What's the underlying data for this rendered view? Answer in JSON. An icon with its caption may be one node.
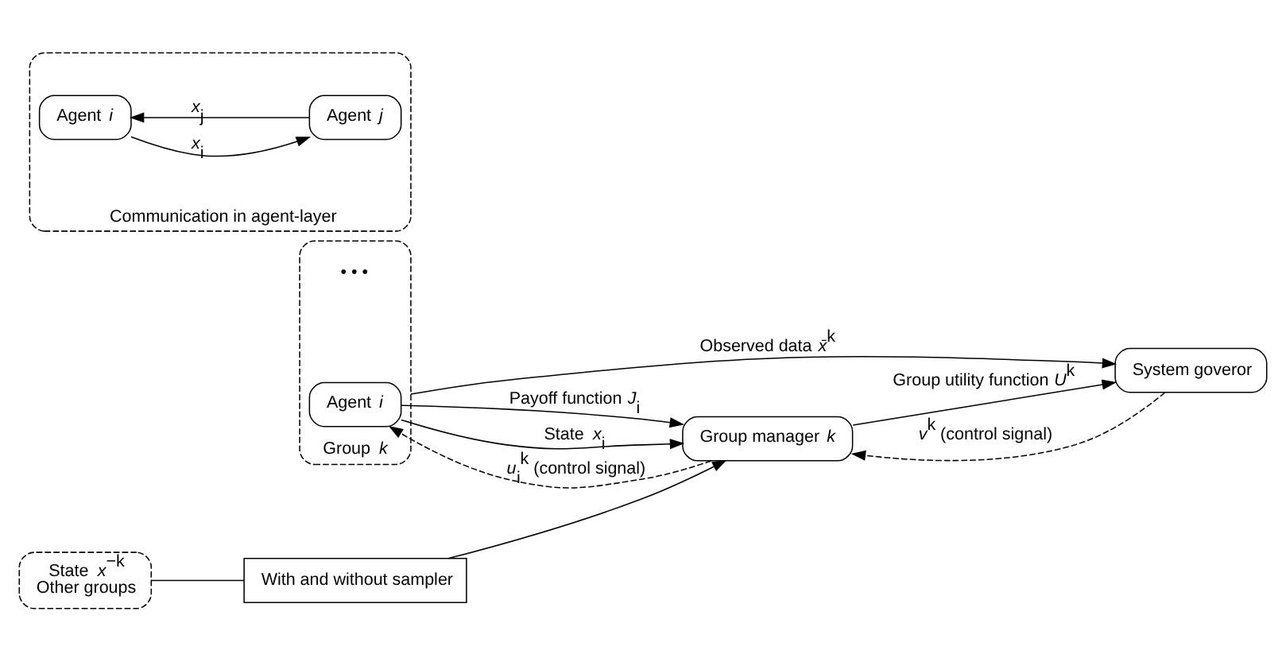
{
  "diagram": {
    "nodes": [
      {
        "text": [
          "Group *k*"
        ]
      },
      {
        "text": [
          "Agent *i*"
        ],
        "in": 0
      },
      {
        "text": [
          "Group manager *k*"
        ]
      },
      {
        "text": [
          "System goveror"
        ]
      },
      {
        "text": [
          "State *x*$^{−k}$",
          "Other groups"
        ]
      },
      {
        "text": [
          "With and without sampler"
        ]
      },
      {
        "text": [
          "Communication in agent-layer"
        ]
      },
      {
        "text": [
          "Agent *i*"
        ],
        "in": 6
      },
      {
        "text": [
          "Agent *j*"
        ],
        "in": 6
      }
    ],
    "edges": [
      {
        "from": 1,
        "to": 2,
        "arrow": "to",
        "label": "Payoff function *J*$_{i}$"
      },
      {
        "from": 1,
        "to": 2,
        "arrow": "to",
        "label": "State *x*$_{i}$"
      },
      {
        "from": 2,
        "to": 1,
        "arrow": "to",
        "style": "dashed",
        "label": "*u*$_{i}$$^{k}$ (control signal)"
      },
      {
        "from": 2,
        "to": 3,
        "arrow": "to",
        "label": "Group utility function *U*$^{k}$"
      },
      {
        "from": 3,
        "to": 2,
        "arrow": "to",
        "style": "dashed",
        "label": "*v*$^{k}$ (control signal)"
      },
      {
        "from": 0,
        "to": 3,
        "arrow": "to",
        "label": "Observed data *x̄*$^{k}$"
      },
      {
        "from": 4,
        "to": 5,
        "arrow": "none"
      },
      {
        "from": 5,
        "to": 2,
        "arrow": "to"
      },
      {
        "from": 7,
        "to": 8,
        "arrow": "to",
        "label": "*x*$_{i}$"
      },
      {
        "from": 8,
        "to": 7,
        "arrow": "to",
        "label": "*x*$_{j}$"
      }
    ],
    "labels": [
      "• • •"
    ]
  }
}
